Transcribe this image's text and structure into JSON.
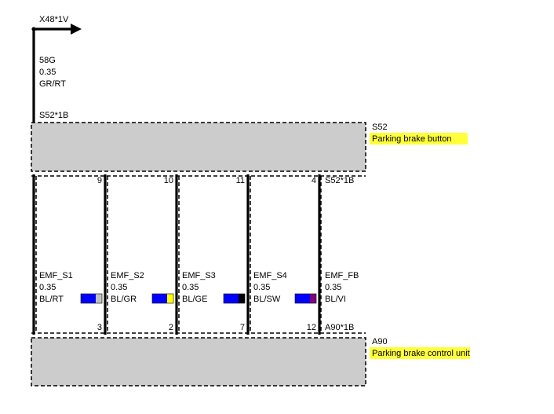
{
  "top_connector": {
    "label": "X48*1V"
  },
  "feed_wire": {
    "id": "58G",
    "size": "0.35",
    "color": "GR/RT"
  },
  "upper_component": {
    "connector_top": "S52*1B",
    "id": "S52",
    "name": "Parking brake button",
    "connector_bottom": "S52*1B"
  },
  "lower_component": {
    "connector": "A90*1B",
    "id": "A90",
    "name": "Parking brake control unit"
  },
  "wires": [
    {
      "name": "EMF_S1",
      "size": "0.35",
      "color": "BL/RT",
      "pin_top": "9",
      "pin_bottom": "3",
      "swatch": [
        "#0000ff",
        "#c0c0c0"
      ]
    },
    {
      "name": "EMF_S2",
      "size": "0.35",
      "color": "BL/GR",
      "pin_top": "10",
      "pin_bottom": "2",
      "swatch": [
        "#0000ff",
        "#ffff00"
      ]
    },
    {
      "name": "EMF_S3",
      "size": "0.35",
      "color": "BL/GE",
      "pin_top": "11",
      "pin_bottom": "7",
      "swatch": [
        "#0000ff",
        "#000000"
      ]
    },
    {
      "name": "EMF_S4",
      "size": "0.35",
      "color": "BL/SW",
      "pin_top": "4",
      "pin_bottom": "12",
      "swatch": [
        "#0000ff",
        "#800080"
      ]
    },
    {
      "name": "EMF_FB",
      "size": "0.35",
      "color": "BL/VI"
    }
  ],
  "colors": {
    "component_fill": "#cccccc",
    "highlight": "#ffff3a",
    "wire": "#000000"
  }
}
